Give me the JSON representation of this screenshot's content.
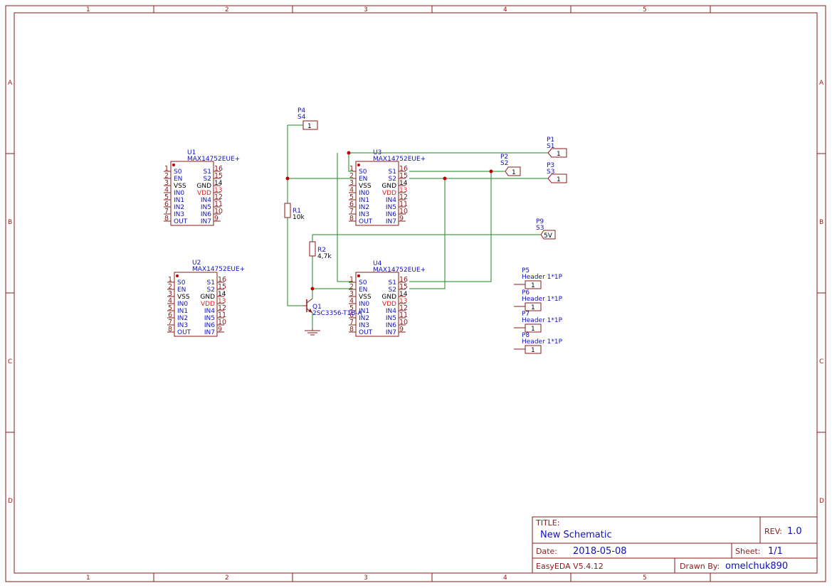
{
  "frame": {
    "columns": [
      "1",
      "2",
      "3",
      "4",
      "5"
    ],
    "rows": [
      "A",
      "B",
      "C",
      "D"
    ]
  },
  "parts": {
    "u1": {
      "ref": "U1",
      "value": "MAX14752EUE+"
    },
    "u2": {
      "ref": "U2",
      "value": "MAX14752EUE+"
    },
    "u3": {
      "ref": "U3",
      "value": "MAX14752EUE+"
    },
    "u4": {
      "ref": "U4",
      "value": "MAX14752EUE+"
    },
    "r1": {
      "ref": "R1",
      "value": "10k"
    },
    "r2": {
      "ref": "R2",
      "value": "4,7k"
    },
    "q1": {
      "ref": "Q1",
      "value": "2SC3356-T1B-A"
    }
  },
  "ic_pins": {
    "left_nums": [
      "1",
      "2",
      "3",
      "4",
      "5",
      "6",
      "7",
      "8"
    ],
    "left_names": [
      "S0",
      "EN",
      "VSS",
      "IN0",
      "IN1",
      "IN2",
      "IN3",
      "OUT"
    ],
    "right_names": [
      "S1",
      "S2",
      "GND",
      "VDD",
      "IN4",
      "IN5",
      "IN6",
      "IN7"
    ],
    "right_nums": [
      "16",
      "15",
      "14",
      "13",
      "12",
      "11",
      "10",
      "9"
    ]
  },
  "ports": {
    "p1": {
      "ref": "P1",
      "net": "S1",
      "pin": "1"
    },
    "p2": {
      "ref": "P2",
      "net": "S2",
      "pin": "1"
    },
    "p3": {
      "ref": "P3",
      "net": "S3",
      "pin": "1"
    },
    "p4": {
      "ref": "P4",
      "net": "S4",
      "pin": "1"
    },
    "p9": {
      "ref": "P9",
      "net": "S3",
      "pin": "5V"
    },
    "p5": {
      "ref": "P5",
      "net": "Header 1*1P",
      "pin": "1"
    },
    "p6": {
      "ref": "P6",
      "net": "Header 1*1P",
      "pin": "1"
    },
    "p7": {
      "ref": "P7",
      "net": "Header 1*1P",
      "pin": "1"
    },
    "p8": {
      "ref": "P8",
      "net": "Header 1*1P",
      "pin": "1"
    }
  },
  "title_block": {
    "title_label": "TITLE:",
    "title": "New Schematic",
    "rev_label": "REV:",
    "rev": "1.0",
    "date_label": "Date:",
    "date": "2018-05-08",
    "sheet_label": "Sheet:",
    "sheet": "1/1",
    "software": "EasyEDA V5.4.12",
    "drawn_by_label": "Drawn By:",
    "drawn_by": "omelchuk890"
  },
  "colors": {
    "frame": "#8b1a1a",
    "wire": "#1e8a1e",
    "junction": "#c00000",
    "pin_name": "#1010c0",
    "vdd": "#e02020"
  }
}
